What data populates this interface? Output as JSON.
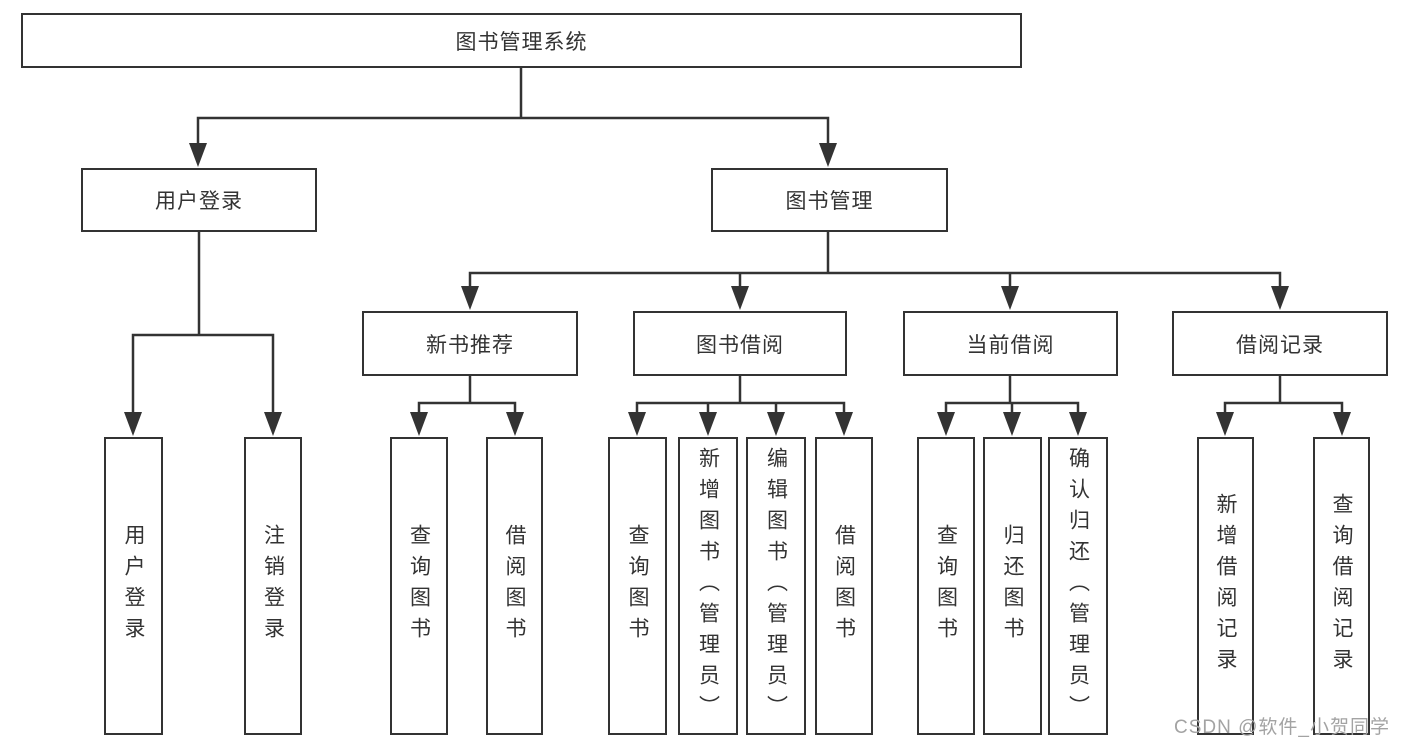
{
  "diagram": {
    "root_label": "图书管理系统",
    "user_login": {
      "label": "用户登录",
      "children": [
        "用户登录",
        "注销登录"
      ]
    },
    "book_management": {
      "label": "图书管理",
      "sections": [
        {
          "label": "新书推荐",
          "children": [
            "查询图书",
            "借阅图书"
          ]
        },
        {
          "label": "图书借阅",
          "children": [
            "查询图书",
            "新增图书（管理员）",
            "编辑图书（管理员）",
            "借阅图书"
          ]
        },
        {
          "label": "当前借阅",
          "children": [
            "查询图书",
            "归还图书",
            "确认归还（管理员）"
          ]
        },
        {
          "label": "借阅记录",
          "children": [
            "新增借阅记录",
            "查询借阅记录"
          ]
        }
      ]
    }
  },
  "watermark": "CSDN @软件_小贺同学",
  "colors": {
    "line": "#333333",
    "text": "#333333",
    "watermark_text": "#a3a3a3",
    "background": "#ffffff"
  }
}
